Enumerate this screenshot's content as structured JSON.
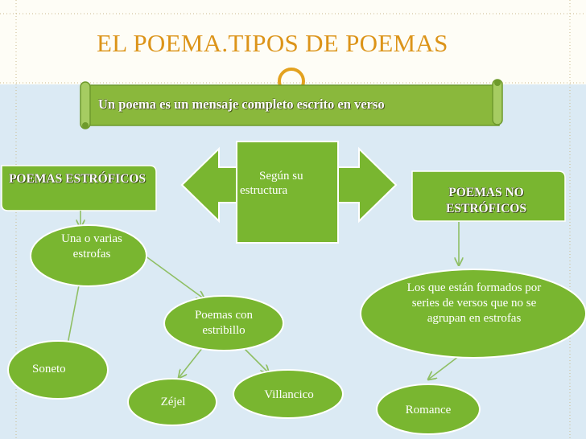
{
  "slide": {
    "title": "EL POEMA.TIPOS DE POEMAS",
    "banner": "Un poema es un mensaje completo escrito en verso",
    "center_box": "Según su estructura",
    "left_heading": "POEMAS ESTRÓFICOS",
    "right_heading": "POEMAS NO ESTRÓFICOS",
    "nodes": {
      "una_o_varias": "Una o varias estrofas",
      "soneto": "Soneto",
      "poemas_estribillo": "Poemas con estribillo",
      "zejel": "Zéjel",
      "villancico": "Villancico",
      "los_que_estan": "Los que están formados por  series de versos que no se agrupan en estrofas",
      "romance": "Romance"
    }
  },
  "colors": {
    "title": "#dc9419",
    "panel_blue": "#dbeaf4",
    "box_green": "#79b630",
    "scroll_green": "#8ab83c",
    "connector": "#8fbf64"
  }
}
